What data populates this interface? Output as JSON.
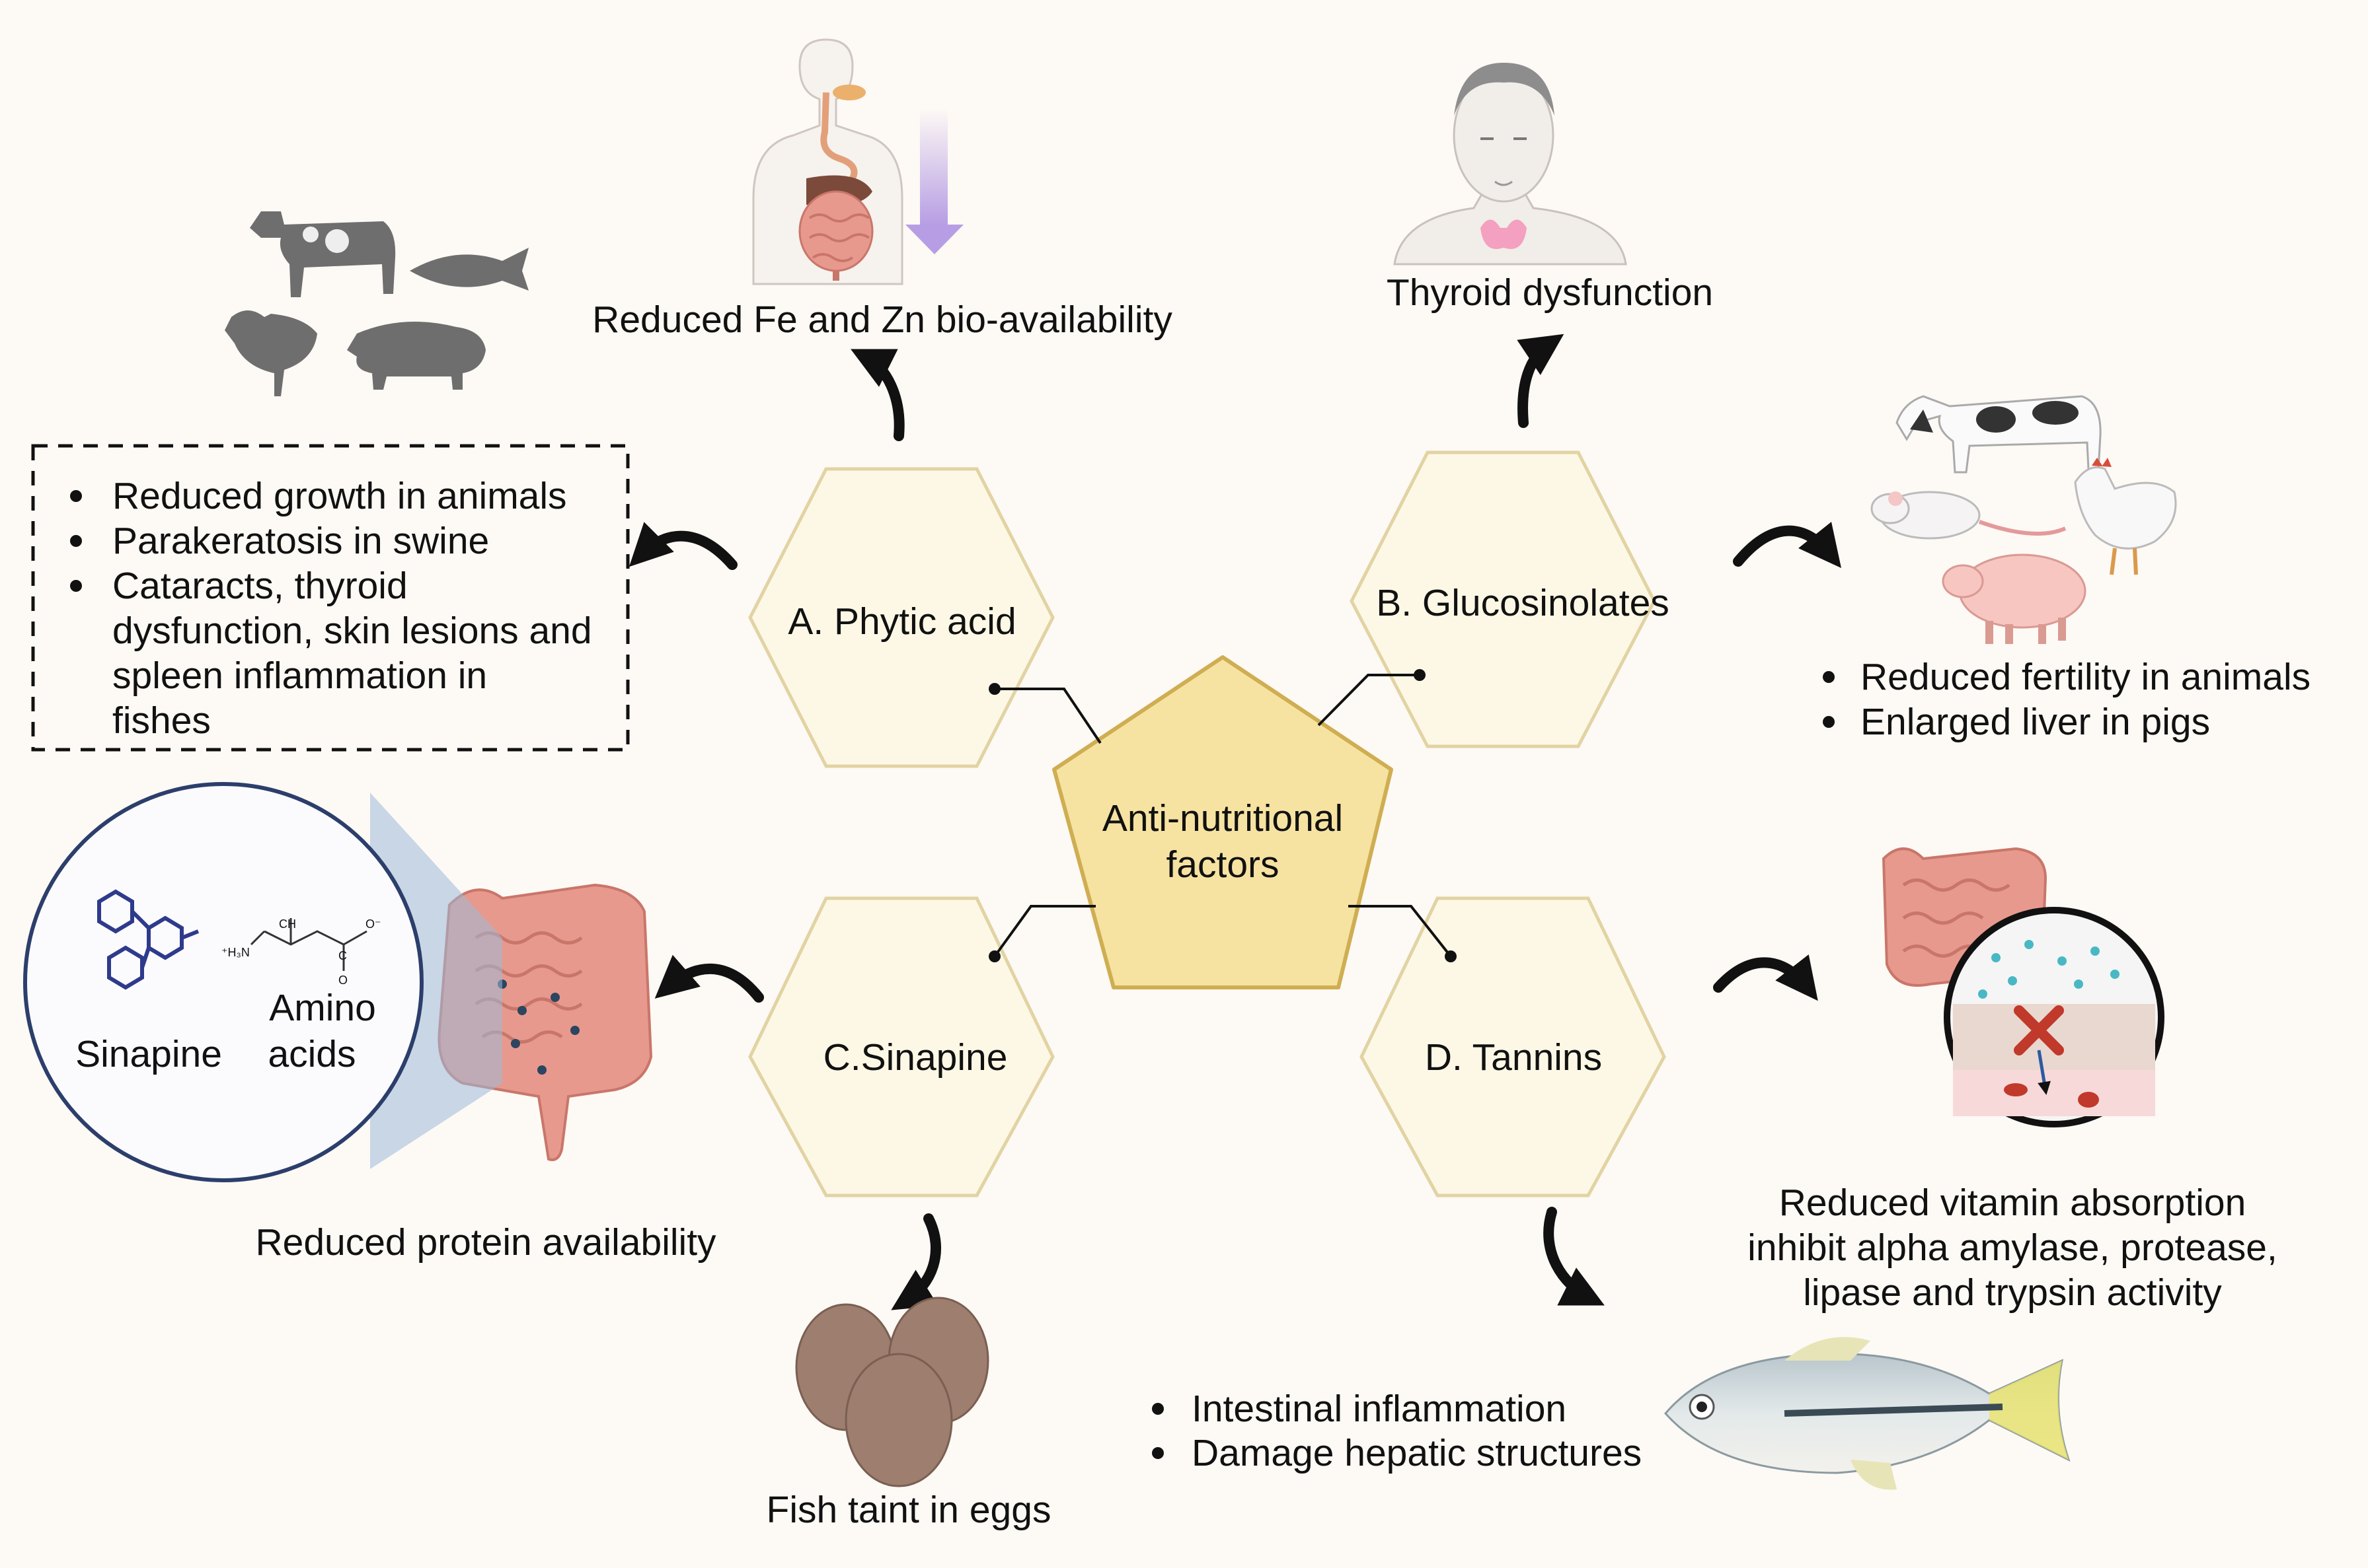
{
  "center": {
    "line1": "Anti-nutritional",
    "line2": "factors"
  },
  "factors": {
    "a": {
      "label": "A. Phytic acid"
    },
    "b": {
      "label": "B. Glucosinolates"
    },
    "c": {
      "label": "C.Sinapine"
    },
    "d": {
      "label": "D. Tannins"
    }
  },
  "effects": {
    "fe_zn": "Reduced Fe and Zn bio-availability",
    "thyroid": "Thyroid dysfunction",
    "animals_box": [
      "Reduced growth in animals",
      "Parakeratosis in swine",
      "Cataracts, thyroid",
      "dysfunction, skin lesions and",
      "spleen inflammation in",
      "fishes"
    ],
    "fertility": [
      "Reduced fertility in animals",
      "Enlarged liver in pigs"
    ],
    "protein": "Reduced protein availability",
    "fish_taint": "Fish taint in eggs",
    "vitamin": [
      "Reduced vitamin absorption",
      "inhibit alpha amylase, protease,",
      "lipase and trypsin activity"
    ],
    "fish_effects": [
      "Intestinal inflammation",
      "Damage hepatic structures"
    ]
  },
  "inset": {
    "sinapine": "Sinapine",
    "amino_line1": "Amino",
    "amino_line2": "acids",
    "formula_ch": "CH",
    "formula_amine": "⁺H₃N",
    "formula_c": "C",
    "formula_o_minus": "O⁻",
    "formula_o": "O"
  },
  "colors": {
    "background": "#fdf9f5",
    "hexagon_fill": "#fdf8e6",
    "hexagon_stroke": "#e2d3a3",
    "pentagon_fill": "#f6e3a2",
    "pentagon_stroke": "#cfae52",
    "intestine": "#e8998d",
    "arrow_down": "#c6b4e6",
    "inset_circle": "#2c3e6b"
  }
}
